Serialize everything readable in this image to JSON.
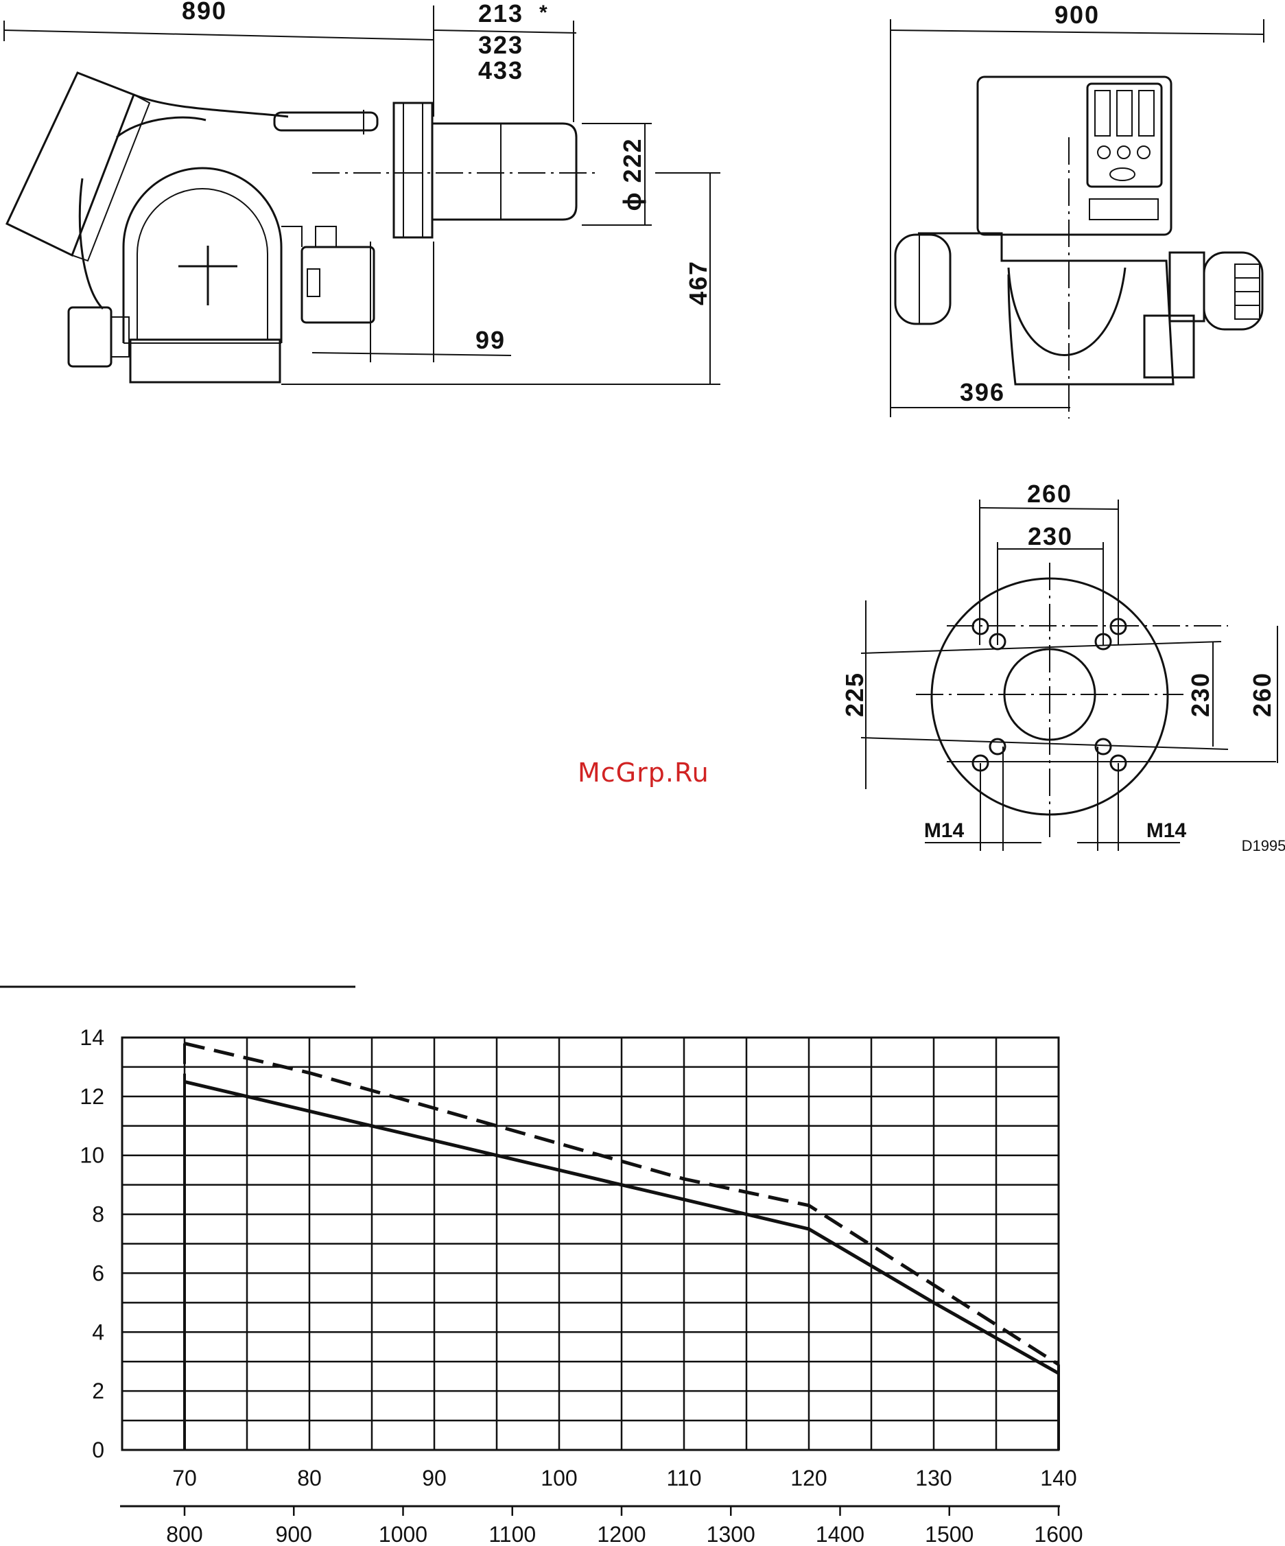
{
  "side_view": {
    "dim_overall_length": "890",
    "dim_nozzle_length_1": "213",
    "dim_nozzle_star": "*",
    "dim_nozzle_length_2": "323",
    "dim_nozzle_length_3": "433",
    "dim_nozzle_diameter": "ϕ 222",
    "dim_axis_height": "467",
    "dim_flange_offset": "99"
  },
  "front_view": {
    "dim_width": "900",
    "dim_axis_offset": "396"
  },
  "flange": {
    "dim_outer_h": "260",
    "dim_inner_h": "230",
    "dim_left_v": "225",
    "dim_inner_v": "230",
    "dim_outer_v": "260",
    "thread_left": "M14",
    "thread_right": "M14",
    "drawing_code": "D1995"
  },
  "watermark": "McGrp.Ru",
  "chart_data": {
    "type": "line",
    "x_primary": {
      "ticks": [
        70,
        80,
        90,
        100,
        110,
        120,
        130,
        140
      ],
      "range": [
        65,
        140
      ]
    },
    "x_secondary_ticks": [
      800,
      900,
      1000,
      1100,
      1200,
      1300,
      1400,
      1500,
      1600
    ],
    "y": {
      "ticks": [
        0,
        2,
        4,
        6,
        8,
        10,
        12,
        14
      ],
      "range": [
        0,
        14
      ]
    },
    "grid": true,
    "series": [
      {
        "style": "solid",
        "points": [
          [
            70,
            12.5
          ],
          [
            80,
            11.5
          ],
          [
            90,
            10.5
          ],
          [
            100,
            9.5
          ],
          [
            110,
            8.5
          ],
          [
            120,
            7.5
          ],
          [
            130,
            5.0
          ],
          [
            140,
            2.6
          ]
        ]
      },
      {
        "style": "dashed",
        "points": [
          [
            70,
            13.8
          ],
          [
            80,
            12.8
          ],
          [
            90,
            11.6
          ],
          [
            100,
            10.4
          ],
          [
            110,
            9.2
          ],
          [
            120,
            8.3
          ],
          [
            130,
            5.6
          ],
          [
            140,
            2.9
          ]
        ]
      }
    ]
  }
}
